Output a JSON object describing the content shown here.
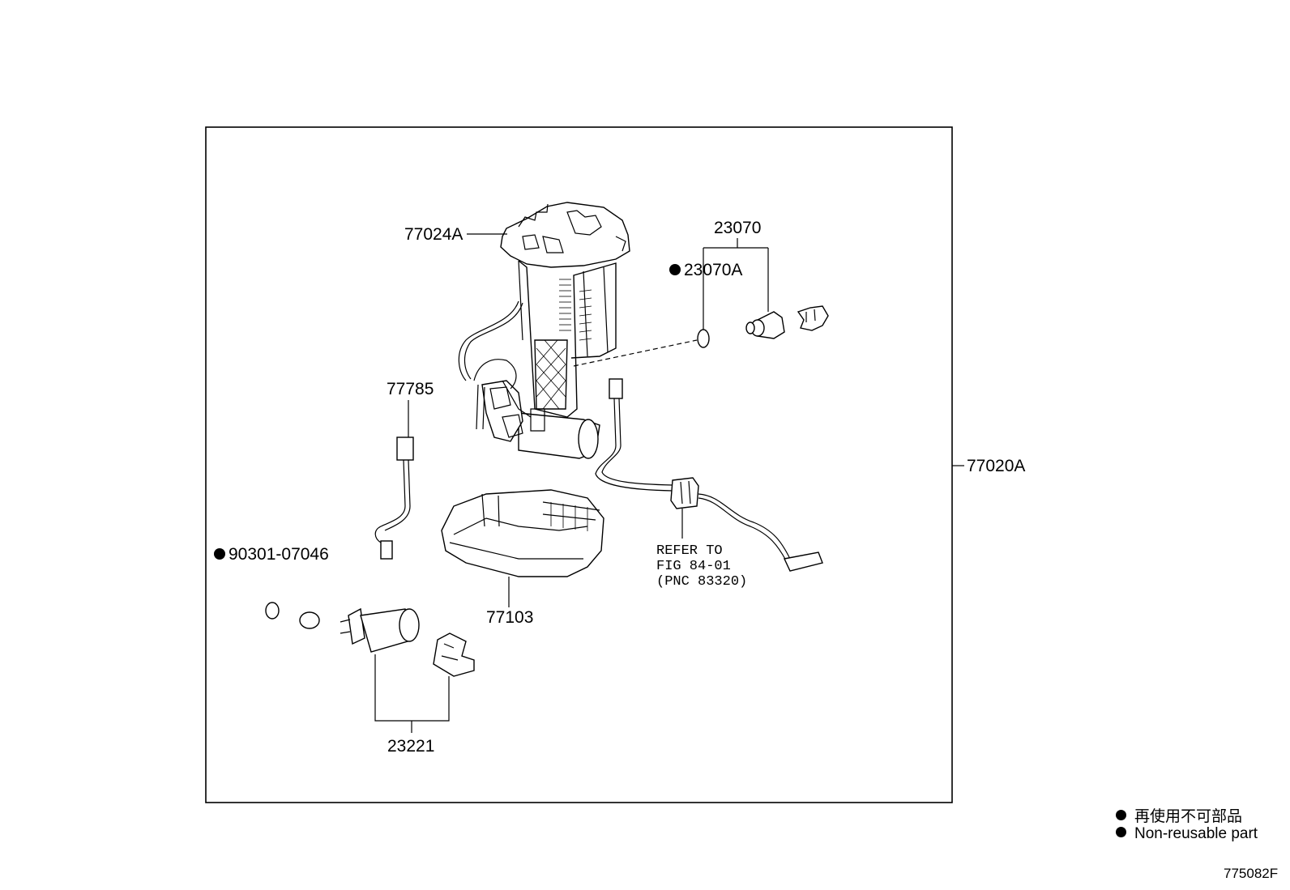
{
  "frame_label": "77020A",
  "callouts": {
    "p77024A": "77024A",
    "p23070": "23070",
    "p23070A": "23070A",
    "p77785": "77785",
    "p90301": "90301-07046",
    "p77103": "77103",
    "p23221": "23221"
  },
  "refer_note": {
    "line1": "REFER TO",
    "line2": "FIG 84-01",
    "line3": "(PNC 83320)"
  },
  "legend": {
    "jp": "再使用不可部品",
    "en": "Non-reusable part"
  },
  "figure_id": "775082F",
  "non_reusable_parts": [
    "23070A",
    "90301-07046"
  ]
}
